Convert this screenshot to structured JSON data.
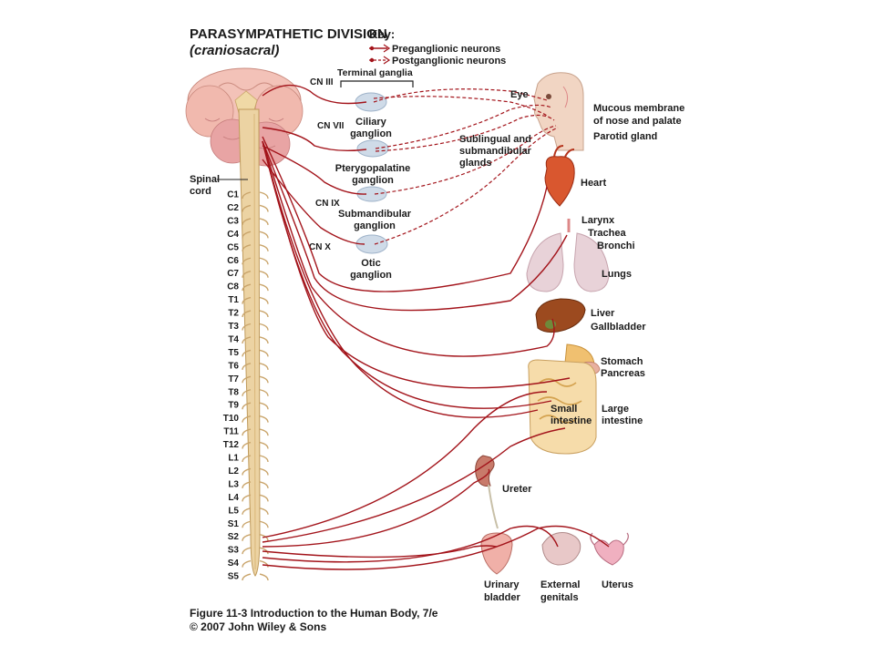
{
  "title": {
    "line1": "PARASYMPATHETIC DIVISION",
    "line2": "(craniosacral)"
  },
  "key": {
    "heading": "Key:",
    "preganglionic": "Preganglionic neurons",
    "postganglionic": "Postganglionic neurons"
  },
  "terminal_ganglia": "Terminal ganglia",
  "cranial_nerves": [
    "CN III",
    "CN VII",
    "CN IX",
    "CN X"
  ],
  "ganglia": {
    "ciliary": [
      "Ciliary",
      "ganglion"
    ],
    "pterygopalatine": [
      "Pterygopalatine",
      "ganglion"
    ],
    "submandibular": [
      "Submandibular",
      "ganglion"
    ],
    "otic": [
      "Otic",
      "ganglion"
    ]
  },
  "spinal_cord": [
    "Spinal",
    "cord"
  ],
  "segments": [
    "C1",
    "C2",
    "C3",
    "C4",
    "C5",
    "C6",
    "C7",
    "C8",
    "T1",
    "T2",
    "T3",
    "T4",
    "T5",
    "T6",
    "T7",
    "T8",
    "T9",
    "T10",
    "T11",
    "T12",
    "L1",
    "L2",
    "L3",
    "L4",
    "L5",
    "S1",
    "S2",
    "S3",
    "S4",
    "S5"
  ],
  "organs": {
    "eye": "Eye",
    "mucous": [
      "Mucous membrane",
      "of nose and palate"
    ],
    "parotid": "Parotid gland",
    "sublingual": [
      "Sublingual and",
      "submandibular",
      "glands"
    ],
    "heart": "Heart",
    "larynx": "Larynx",
    "trachea": "Trachea",
    "bronchi": "Bronchi",
    "lungs": "Lungs",
    "liver": "Liver",
    "gallbladder": "Gallbladder",
    "stomach": "Stomach",
    "pancreas": "Pancreas",
    "small_intestine": [
      "Small",
      "intestine"
    ],
    "large_intestine": [
      "Large",
      "intestine"
    ],
    "ureter": "Ureter",
    "urinary_bladder": [
      "Urinary",
      "bladder"
    ],
    "external_genitals": [
      "External",
      "genitals"
    ],
    "uterus": "Uterus"
  },
  "caption": {
    "line1": "Figure 11-3  Introduction to the Human Body, 7/e",
    "line2": "© 2007 John Wiley & Sons"
  },
  "colors": {
    "nerve": "#a3141b",
    "cord": "#ecd3a3",
    "brain": "#f3c2b8",
    "ganglion": "#cfdbe8"
  }
}
